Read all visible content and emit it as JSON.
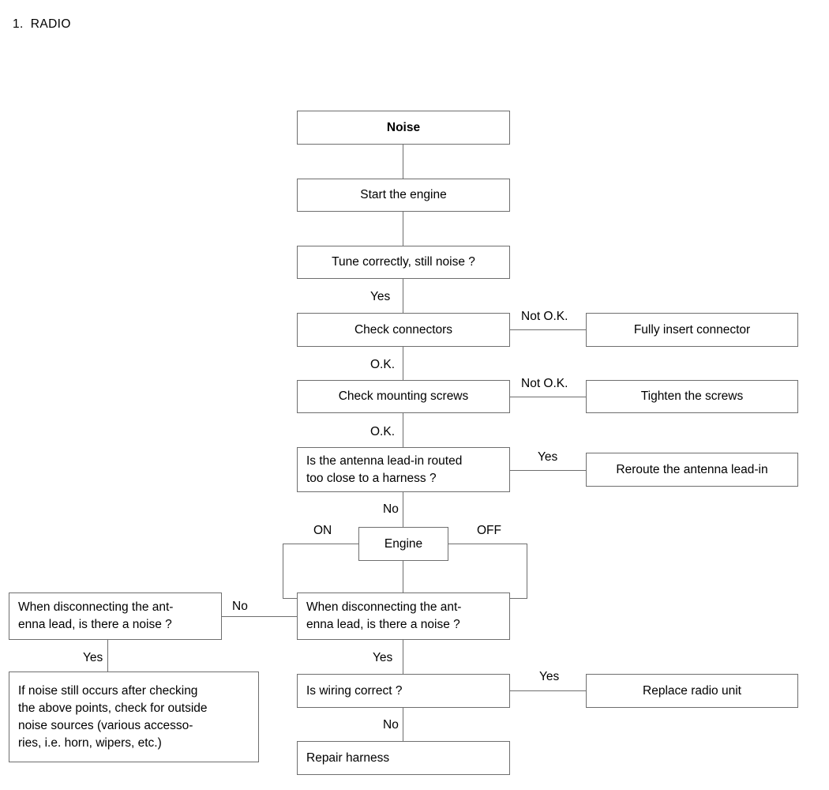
{
  "page": {
    "heading_number": "1.",
    "heading_title": "RADIO",
    "line_color": "#6e6e6e",
    "text_color": "#000000",
    "background": "#ffffff"
  },
  "chart_data": {
    "type": "diagram",
    "title": "RADIO",
    "subtype": "flowchart",
    "nodes": [
      {
        "id": "noise",
        "label": "Noise",
        "bold": true
      },
      {
        "id": "start_engine",
        "label": "Start the engine",
        "bold": false
      },
      {
        "id": "tune",
        "label": "Tune correctly, still noise ?",
        "bold": false
      },
      {
        "id": "check_connectors",
        "label": "Check connectors",
        "bold": false
      },
      {
        "id": "insert_connector",
        "label": "Fully insert connector",
        "bold": false
      },
      {
        "id": "check_screws",
        "label": "Check mounting screws",
        "bold": false
      },
      {
        "id": "tighten_screws",
        "label": "Tighten the screws",
        "bold": false
      },
      {
        "id": "antenna_leadin",
        "label": "Is the antenna lead-in routed too close to a harness ?",
        "bold": false
      },
      {
        "id": "reroute_leadin",
        "label": "Reroute the antenna lead-in",
        "bold": false
      },
      {
        "id": "engine",
        "label": "Engine",
        "bold": false
      },
      {
        "id": "disconnect_left",
        "label": "When disconnecting the ant-enna lead, is there a noise ?",
        "bold": false
      },
      {
        "id": "disconnect_right",
        "label": "When disconnecting  the ant-enna lead, is there a noise ?",
        "bold": false
      },
      {
        "id": "outside_sources",
        "label": "If noise still occurs after checking the above points, check for outside noise sources (various accesso-ries, i.e. horn, wipers, etc.)",
        "bold": false
      },
      {
        "id": "wiring",
        "label": "Is wiring correct ?",
        "bold": false
      },
      {
        "id": "replace_radio",
        "label": "Replace radio unit",
        "bold": false
      },
      {
        "id": "repair_harness",
        "label": "Repair harness",
        "bold": false
      }
    ],
    "edges": [
      {
        "from": "noise",
        "to": "start_engine",
        "label": ""
      },
      {
        "from": "start_engine",
        "to": "tune",
        "label": ""
      },
      {
        "from": "tune",
        "to": "check_connectors",
        "label": "Yes"
      },
      {
        "from": "check_connectors",
        "to": "insert_connector",
        "label": "Not O.K."
      },
      {
        "from": "check_connectors",
        "to": "check_screws",
        "label": "O.K."
      },
      {
        "from": "check_screws",
        "to": "tighten_screws",
        "label": "Not O.K."
      },
      {
        "from": "check_screws",
        "to": "antenna_leadin",
        "label": "O.K."
      },
      {
        "from": "antenna_leadin",
        "to": "reroute_leadin",
        "label": "Yes"
      },
      {
        "from": "antenna_leadin",
        "to": "engine",
        "label": "No"
      },
      {
        "from": "engine",
        "to": "disconnect_left",
        "label": "ON"
      },
      {
        "from": "engine",
        "to": "disconnect_right",
        "label": "OFF"
      },
      {
        "from": "disconnect_right",
        "to": "disconnect_left",
        "label": "No"
      },
      {
        "from": "disconnect_left",
        "to": "outside_sources",
        "label": "Yes"
      },
      {
        "from": "disconnect_right",
        "to": "wiring",
        "label": "Yes"
      },
      {
        "from": "wiring",
        "to": "replace_radio",
        "label": "Yes"
      },
      {
        "from": "wiring",
        "to": "repair_harness",
        "label": "No"
      }
    ]
  },
  "boxes": {
    "noise": {
      "text": "Noise"
    },
    "start_engine": {
      "text": "Start the engine"
    },
    "tune": {
      "text": "Tune correctly, still noise ?"
    },
    "check_connectors": {
      "text": "Check connectors"
    },
    "insert_connector": {
      "text": "Fully insert connector"
    },
    "check_screws": {
      "text": "Check mounting screws"
    },
    "tighten_screws": {
      "text": "Tighten the screws"
    },
    "antenna_leadin_l1": {
      "text": "Is the antenna lead-in routed"
    },
    "antenna_leadin_l2": {
      "text": "too close to a harness ?"
    },
    "reroute_leadin": {
      "text": "Reroute the antenna lead-in"
    },
    "engine": {
      "text": "Engine"
    },
    "disconnect_left_l1": {
      "text": "When disconnecting the ant-"
    },
    "disconnect_left_l2": {
      "text": "enna lead, is there a noise ?"
    },
    "disconnect_right_l1": {
      "text": "When disconnecting  the ant-"
    },
    "disconnect_right_l2": {
      "text": "enna lead, is there a noise ?"
    },
    "outside_l1": {
      "text": "If noise still occurs after checking"
    },
    "outside_l2": {
      "text": "the above points, check for outside"
    },
    "outside_l3": {
      "text": "noise sources (various accesso-"
    },
    "outside_l4": {
      "text": "ries, i.e. horn, wipers, etc.)"
    },
    "wiring": {
      "text": "Is wiring correct ?"
    },
    "replace_radio": {
      "text": "Replace radio unit"
    },
    "repair_harness": {
      "text": "Repair harness"
    }
  },
  "labels": {
    "yes_tune": {
      "text": "Yes"
    },
    "notok_connectors": {
      "text": "Not O.K."
    },
    "ok_connectors": {
      "text": "O.K."
    },
    "notok_screws": {
      "text": "Not O.K."
    },
    "ok_screws": {
      "text": "O.K."
    },
    "yes_antenna": {
      "text": "Yes"
    },
    "no_antenna": {
      "text": "No"
    },
    "on_engine": {
      "text": "ON"
    },
    "off_engine": {
      "text": "OFF"
    },
    "no_disconnect": {
      "text": "No"
    },
    "yes_disc_left": {
      "text": "Yes"
    },
    "yes_disc_right": {
      "text": "Yes"
    },
    "yes_wiring": {
      "text": "Yes"
    },
    "no_wiring": {
      "text": "No"
    }
  }
}
